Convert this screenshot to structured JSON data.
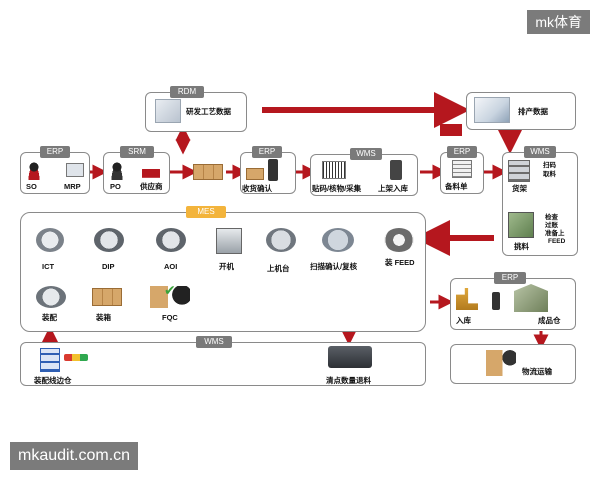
{
  "watermarks": {
    "top": "mk体育",
    "bottom": "mkaudit.com.cn"
  },
  "rdm": {
    "tag": "RDM",
    "label": "研发工艺数据"
  },
  "plan": {
    "label": "排产数据"
  },
  "erp1": {
    "tag": "ERP",
    "so": "SO",
    "mrp": "MRP"
  },
  "srm": {
    "tag": "SRM",
    "po": "PO",
    "supplier": "供应商"
  },
  "erp2": {
    "tag": "ERP",
    "receive": "收货确认"
  },
  "wms1": {
    "tag": "WMS",
    "label1": "贴码/核物/采集",
    "label2": "上架入库"
  },
  "erp3": {
    "tag": "ERP",
    "label": "备料单"
  },
  "wms2": {
    "tag": "WMS",
    "shelf": "货架",
    "scan": "扫码",
    "pick": "取料",
    "pick_label": "挑料",
    "check": "检查",
    "pass": "过账",
    "ready": "准备上",
    "feed": "FEED"
  },
  "mes": {
    "tag": "MES",
    "ict": "ICT",
    "dip": "DIP",
    "aoi": "AOI",
    "start": "开机",
    "load": "上机台",
    "scan_confirm": "扫描确认/复核",
    "feed": "装 FEED",
    "assemble": "装配",
    "pack": "装箱",
    "fqc": "FQC"
  },
  "erp4": {
    "tag": "ERP",
    "in": "入库",
    "finished": "成品仓"
  },
  "logistics": {
    "label": "物流运输"
  },
  "wms3": {
    "tag": "WMS",
    "line": "装配线边仓",
    "count": "清点数量退料"
  }
}
